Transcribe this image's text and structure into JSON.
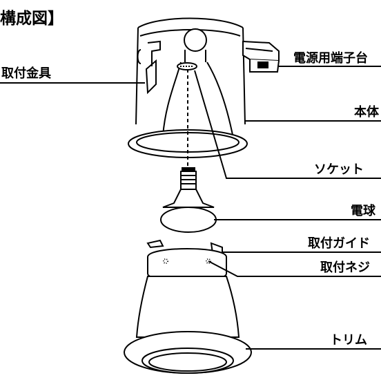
{
  "title": "構成図】",
  "labels": {
    "mounting_bracket": "取付金具",
    "terminal_block": "電源用端子台",
    "body": "本体",
    "socket": "ソケット",
    "bulb": "電球",
    "mounting_guide": "取付ガイド",
    "mounting_screw": "取付ネジ",
    "trim": "トリム"
  },
  "colors": {
    "line": "#000000",
    "background": "#ffffff"
  }
}
